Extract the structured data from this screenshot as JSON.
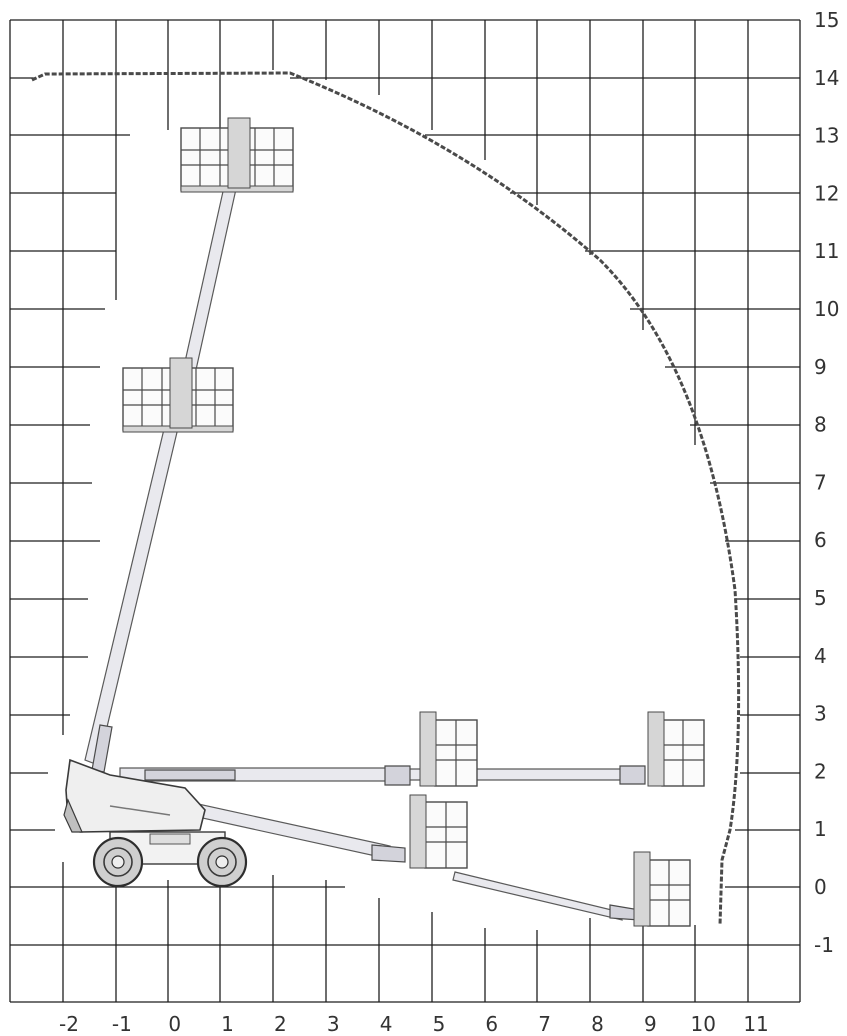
{
  "diagram": {
    "x_axis": {
      "ticks": [
        "-2",
        "-1",
        "0",
        "1",
        "2",
        "3",
        "4",
        "5",
        "6",
        "7",
        "8",
        "9",
        "10",
        "11"
      ]
    },
    "y_axis": {
      "ticks": [
        "15",
        "14",
        "13",
        "12",
        "11",
        "10",
        "9",
        "8",
        "7",
        "6",
        "5",
        "4",
        "3",
        "2",
        "1",
        "0",
        "-1"
      ]
    },
    "colors": {
      "grid": "#1f1f1f",
      "envelope": "#4a4a4a",
      "boom_fill": "#e9e9ee",
      "machine_outline": "#4a4a4a"
    },
    "icons": [
      "aerial-work-platform",
      "boom-lift-basket",
      "wheel"
    ]
  }
}
